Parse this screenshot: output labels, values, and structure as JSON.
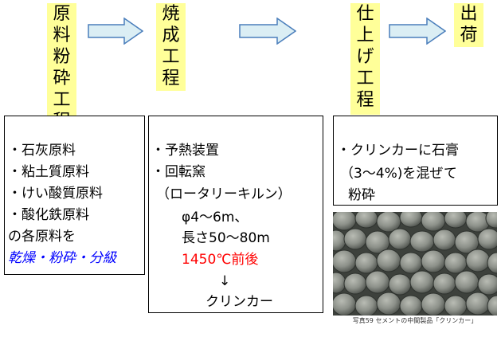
{
  "stages": {
    "raw": "原料粉砕工程",
    "burn": "焼成工程",
    "finish": "仕上げ工程",
    "ship": "出荷"
  },
  "raw_box": {
    "l1": "・石灰原料",
    "l2": "・粘土質原料",
    "l3": "・けい酸質原料",
    "l4": "・酸化鉄原料",
    "l5": "の各原料を",
    "l6": "乾燥・粉砕・分級"
  },
  "burn_box": {
    "l1": "・予熱装置",
    "l2": "・回転窯",
    "l3": "（ロータリーキルン）",
    "l4": "φ4～6m、",
    "l5": "長さ50～80m",
    "l6": "1450℃前後",
    "l7": "↓",
    "l8": "クリンカー"
  },
  "finish_box": {
    "l1": "・クリンカーに石膏",
    "l2": "（3～4%)を混ぜて",
    "l3": "粉砕"
  },
  "photo": {
    "caption": "写真59 セメントの中間製品「クリンカー」"
  },
  "colors": {
    "label_bg": "#ffff99",
    "arrow_fill": "#dbeef4",
    "arrow_stroke": "#4a7ebb",
    "blue_text": "#0000ff",
    "red_text": "#ff0000"
  }
}
